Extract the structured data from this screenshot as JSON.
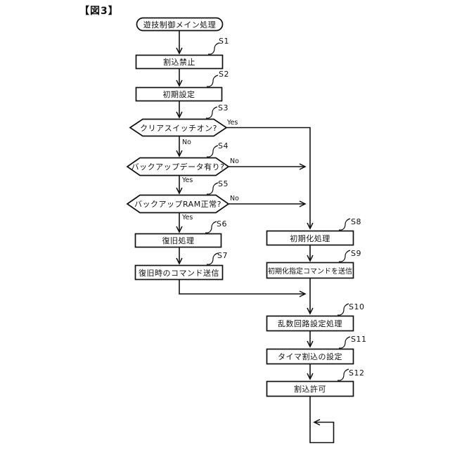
{
  "figure_label": "【図3】",
  "flowchart": {
    "start": {
      "type": "terminal",
      "label": "遊技制御メイン処理"
    },
    "steps": [
      {
        "id": "S1",
        "type": "process",
        "label": "割込禁止"
      },
      {
        "id": "S2",
        "type": "process",
        "label": "初期設定"
      },
      {
        "id": "S3",
        "type": "decision",
        "label": "クリアスイッチオン?"
      },
      {
        "id": "S4",
        "type": "decision",
        "label": "バックアップデータ有り?"
      },
      {
        "id": "S5",
        "type": "decision",
        "label": "バックアップRAM正常?"
      },
      {
        "id": "S6",
        "type": "process",
        "label": "復旧処理"
      },
      {
        "id": "S7",
        "type": "process",
        "label": "復旧時のコマンド送信"
      },
      {
        "id": "S8",
        "type": "process",
        "label": "初期化処理"
      },
      {
        "id": "S9",
        "type": "process",
        "label": "初期化指定コマンドを送信"
      },
      {
        "id": "S10",
        "type": "process",
        "label": "乱数回路設定処理"
      },
      {
        "id": "S11",
        "type": "process",
        "label": "タイマ割込の設定"
      },
      {
        "id": "S12",
        "type": "process",
        "label": "割込許可"
      }
    ],
    "branches": {
      "s3_yes": "Yes",
      "s3_no": "No",
      "s4_no": "No",
      "s4_yes": "Yes",
      "s5_no": "No",
      "s5_yes": "Yes"
    }
  },
  "colors": {
    "line": "#111111",
    "background": "#ffffff",
    "text": "#111111"
  }
}
